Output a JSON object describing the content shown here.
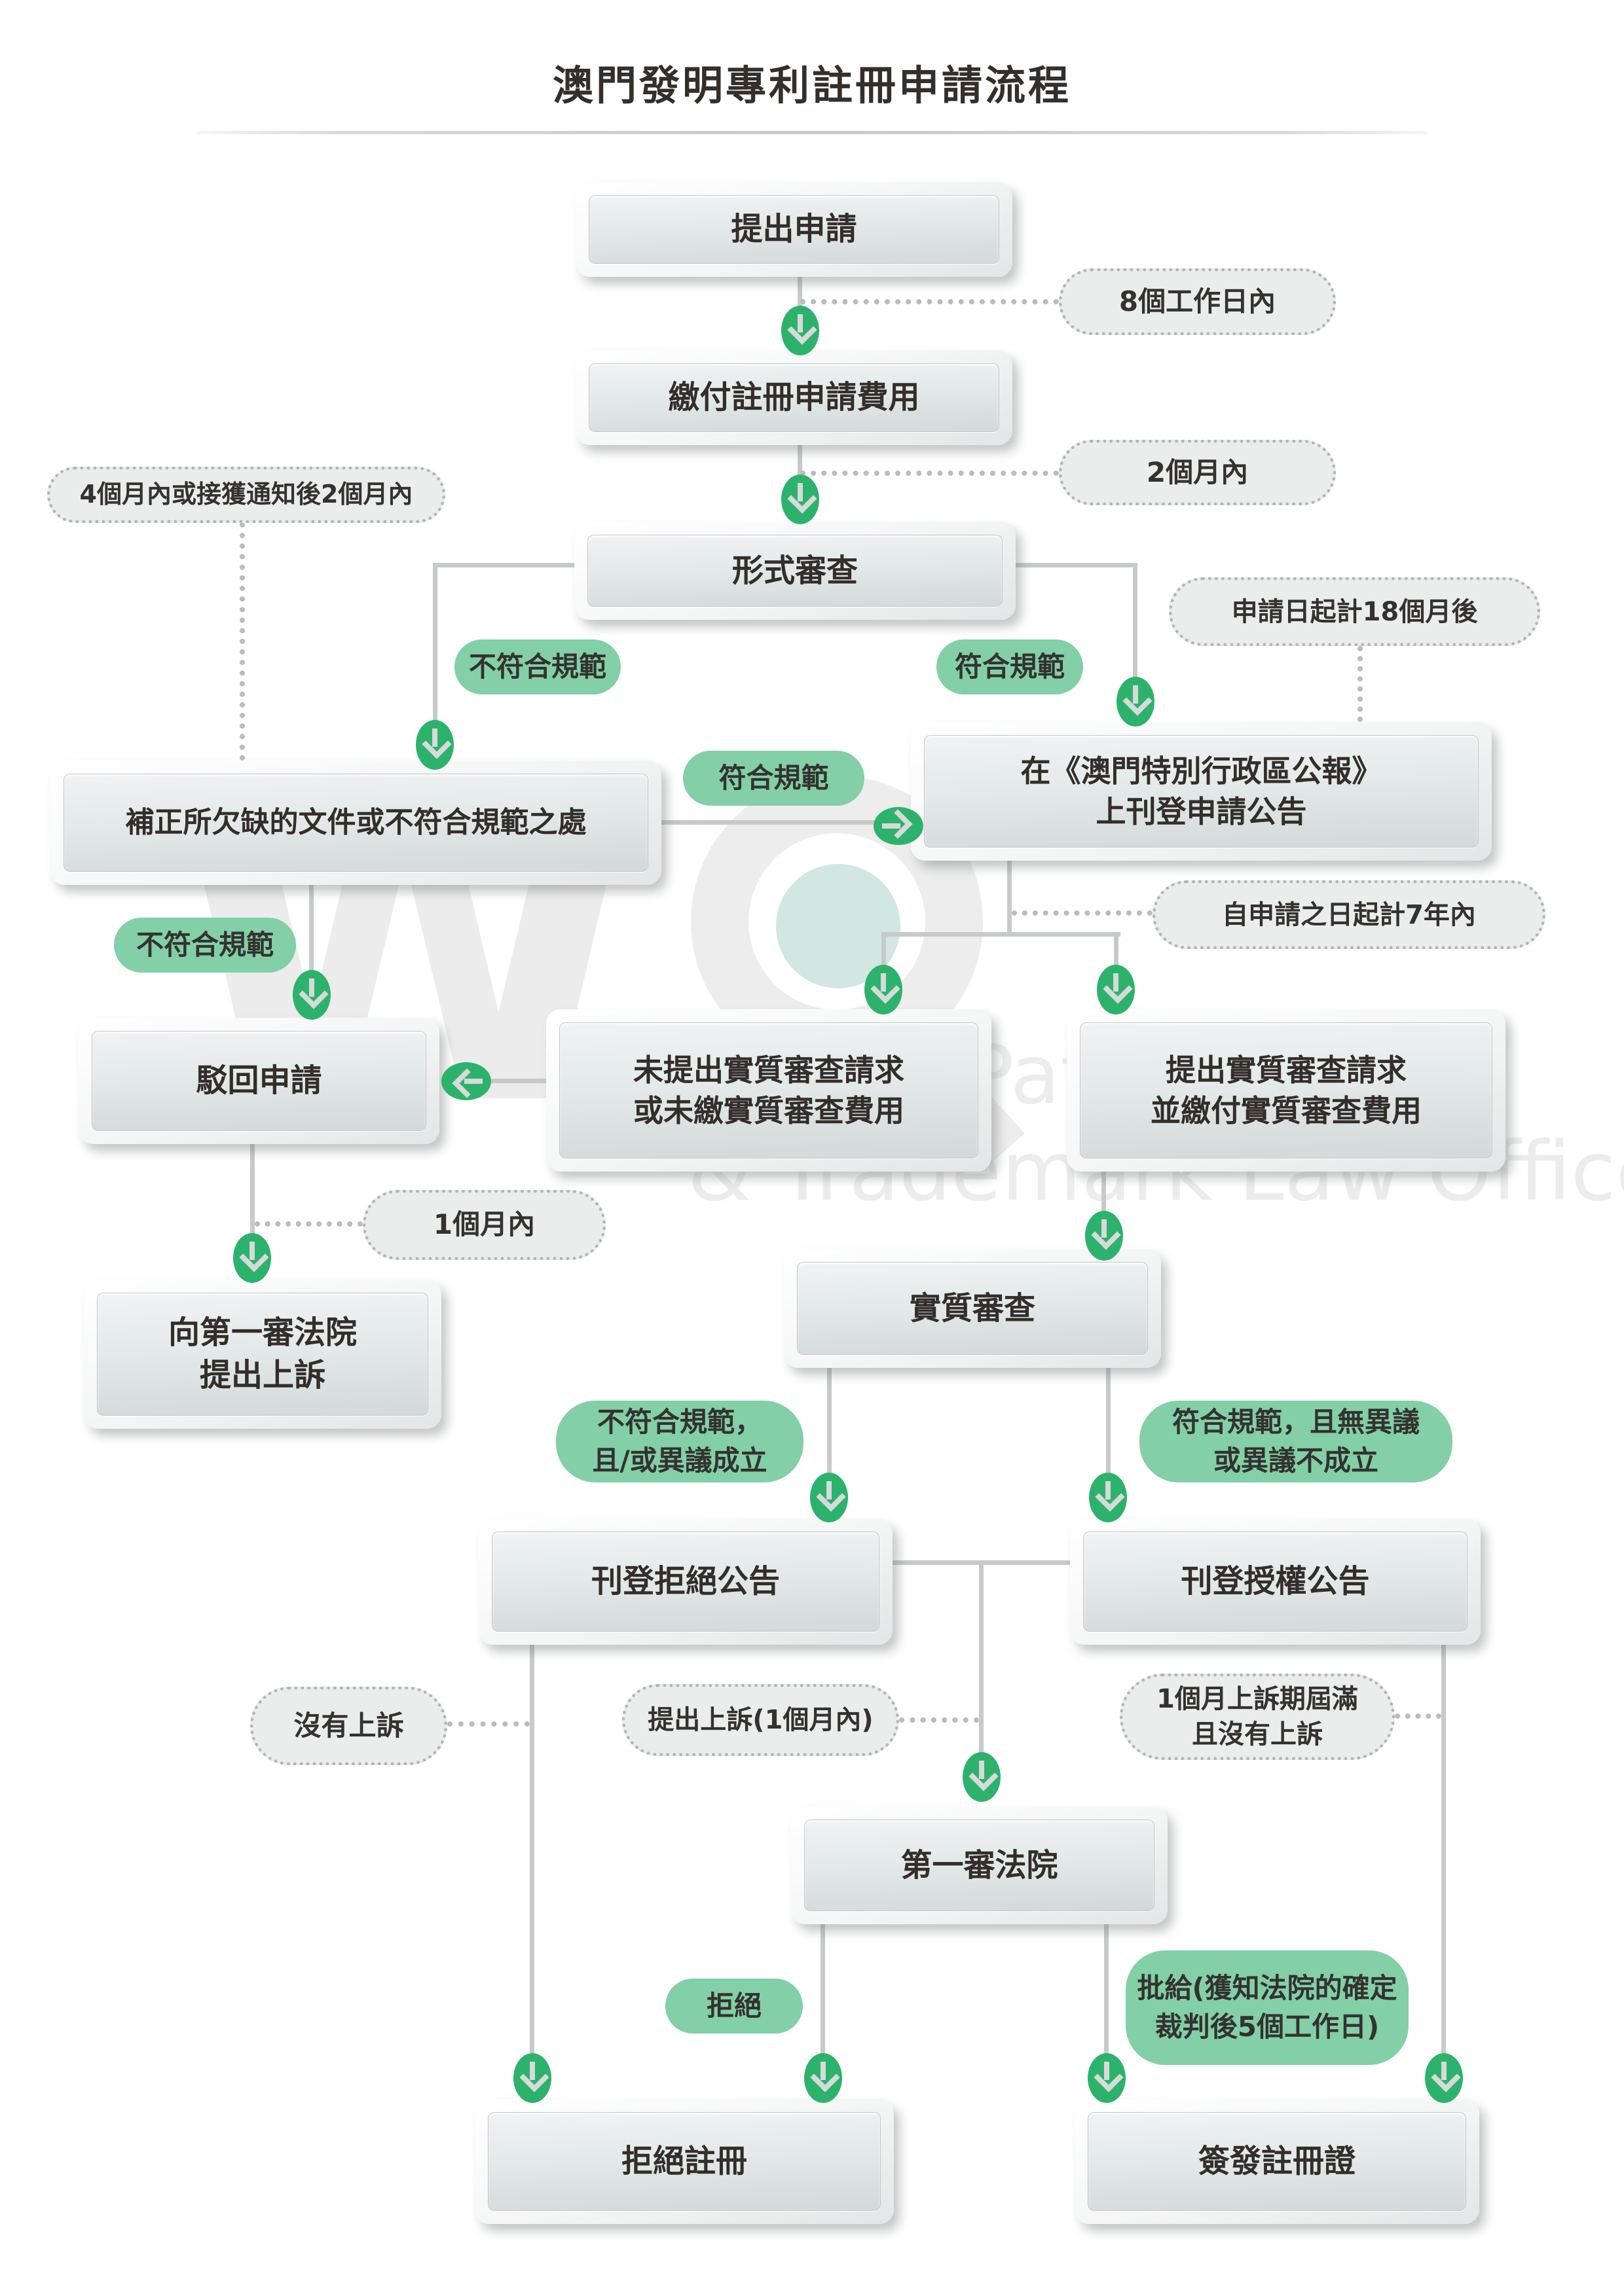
{
  "title": "澳門發明專利註冊申請流程",
  "watermark": {
    "letter": "W",
    "line1": "World Patent",
    "line2": "& Trademark Law Office"
  },
  "nodes": {
    "submit": "提出申請",
    "pay": "繳付註冊申請費用",
    "formal": "形式審查",
    "correct": "補正所欠缺的文件或不符合規範之處",
    "gazette": "在《澳門特別行政區公報》\n上刊登申請公告",
    "reject_app": "駁回申請",
    "no_request": "未提出實質審查請求\n或未繳實質審查費用",
    "request": "提出實質審查請求\n並繳付實質審查費用",
    "appeal_first": "向第一審法院\n提出上訴",
    "substantive": "實質審查",
    "reject_pub": "刊登拒絕公告",
    "grant_pub": "刊登授權公告",
    "court": "第一審法院",
    "refuse_reg": "拒絕註冊",
    "issue_cert": "簽發註冊證"
  },
  "pills": {
    "non_compliant_1": "不符合規範",
    "compliant_1": "符合規範",
    "compliant_2": "符合規範",
    "non_compliant_2": "不符合規範",
    "non_compliant_objection": "不符合規範，\n且/或異議成立",
    "compliant_no_objection": "符合規範，且無異議\n或異議不成立",
    "refuse": "拒絕",
    "grant": "批給(獲知法院的確定\n裁判後5個工作日)"
  },
  "ovals": {
    "working_days_8": "8個工作日內",
    "months_2": "2個月內",
    "months_4_or_2": "4個月內或接獲通知後2個月內",
    "months_18": "申請日起計18個月後",
    "years_7": "自申請之日起計7年內",
    "month_1": "1個月內",
    "no_appeal": "沒有上訴",
    "appeal_1_month": "提出上訴(1個月內)",
    "appeal_period_expired": "1個月上訴期屆滿\n且沒有上訴"
  },
  "colors": {
    "pill_green": "#83cfa7",
    "arrow_green": "#2db26c",
    "oval_gray": "#ebecec",
    "line_gray": "#c7cac9",
    "text_dark": "#332e2a"
  }
}
